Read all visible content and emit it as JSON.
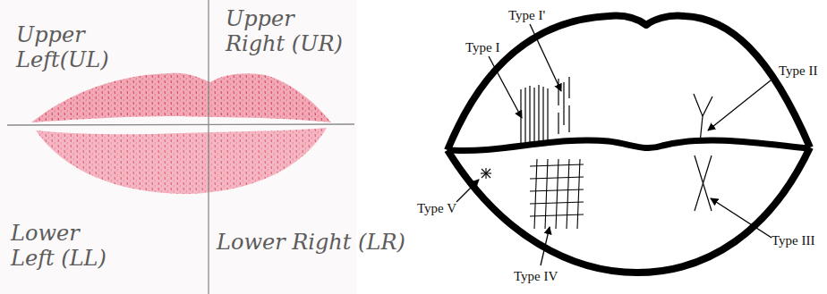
{
  "diagram": {
    "labels": [
      "Upper Left(UL)",
      "Upper Right (UR)",
      "Lower Left (LL)",
      "Lower Right (LR)",
      "Type I'",
      "Type I",
      "Type II",
      "Type V",
      "Type IV",
      "Type III"
    ]
  }
}
